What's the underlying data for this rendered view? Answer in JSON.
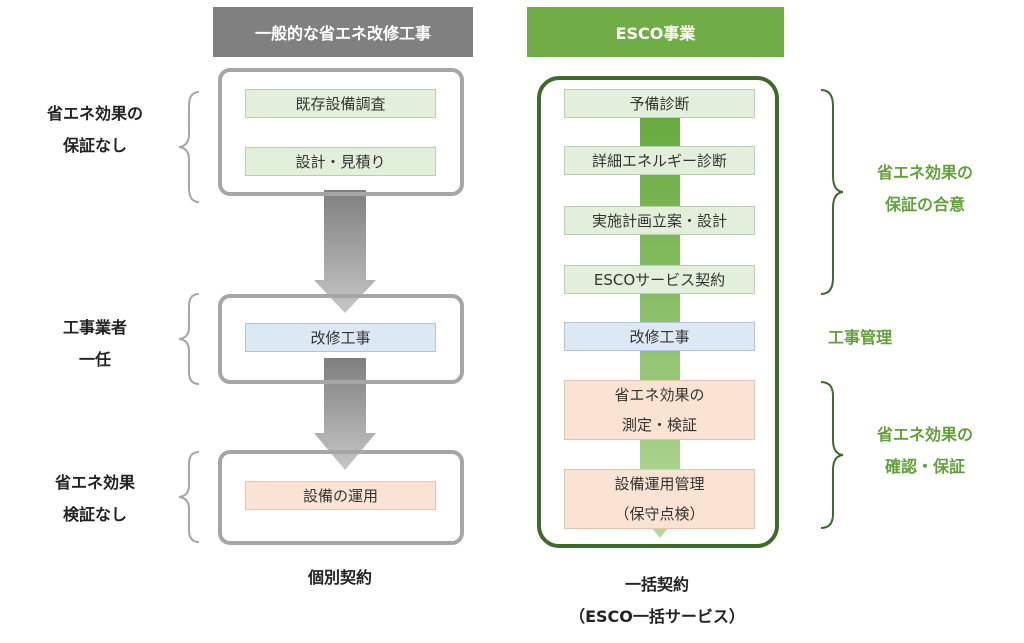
{
  "left": {
    "header": "一般的な省エネ改修工事",
    "steps": {
      "survey": "既存設備調査",
      "design": "設計・見積り",
      "construction": "改修工事",
      "operation": "設備の運用"
    },
    "side_labels": {
      "no_guarantee_line1": "省エネ効果の",
      "no_guarantee_line2": "保証なし",
      "contractor_line1": "工事業者",
      "contractor_line2": "一任",
      "no_verify_line1": "省エネ効果",
      "no_verify_line2": "検証なし"
    },
    "caption": "個別契約"
  },
  "right": {
    "header": "ESCO事業",
    "steps": {
      "pre_diagnosis": "予備診断",
      "detailed_diagnosis": "詳細エネルギー診断",
      "planning": "実施計画立案・設計",
      "contract": "ESCOサービス契約",
      "construction": "改修工事",
      "measure_line1": "省エネ効果の",
      "measure_line2": "測定・検証",
      "management_line1": "設備運用管理",
      "management_line2": "（保守点検）"
    },
    "side_labels": {
      "agreement_line1": "省エネ効果の",
      "agreement_line2": "保証の合意",
      "construction_mgmt": "工事管理",
      "confirm_line1": "省エネ効果の",
      "confirm_line2": "確認・保証"
    },
    "caption_line1": "一括契約",
    "caption_line2": "（ESCO一括サービス）"
  },
  "colors": {
    "left_header": "#808080",
    "right_header": "#70ad47",
    "green_text": "#62a03a",
    "gray_frame": "#a6a6a6",
    "green_frame": "#3e6b2a"
  }
}
